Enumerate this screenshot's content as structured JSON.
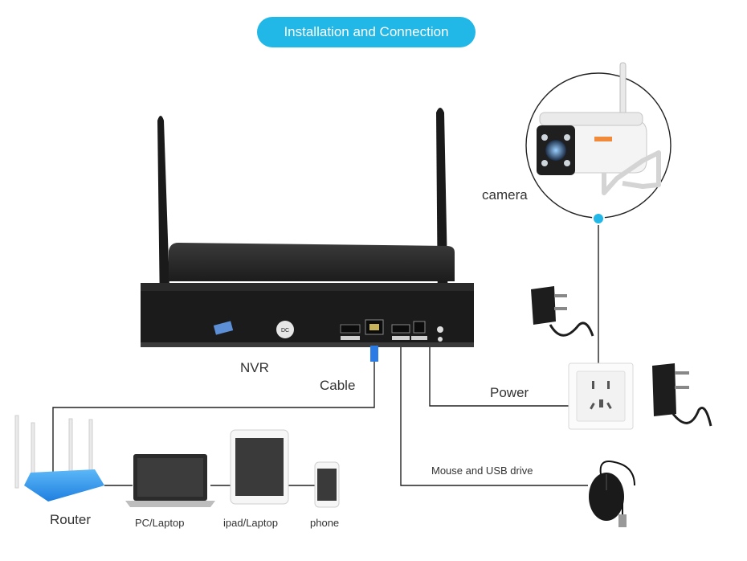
{
  "title": "Installation and Connection",
  "labels": {
    "camera": "camera",
    "nvr": "NVR",
    "cable": "Cable",
    "power": "Power",
    "mouse_usb": "Mouse and USB drive",
    "router": "Router",
    "pc_laptop": "PC/Laptop",
    "ipad_laptop": "ipad/Laptop",
    "phone": "phone"
  },
  "accent_color": "#21b7e6",
  "line_color": "#222222"
}
